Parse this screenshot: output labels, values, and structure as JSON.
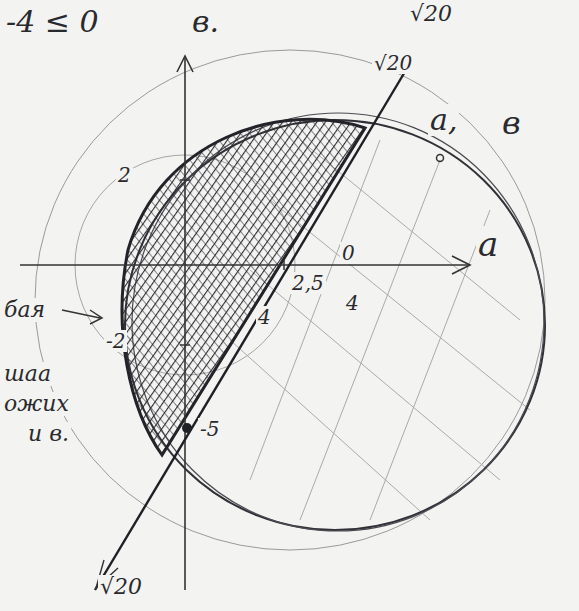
{
  "diagram": {
    "labels": [
      "-4 ≤ 0",
      "в.",
      "√20",
      "√20",
      "а,",
      "в",
      "а",
      "2",
      "-2",
      "2,5",
      "4",
      "0",
      "4",
      "-5",
      "√20",
      "бая",
      "шаа",
      "ожих",
      "и в."
    ]
  }
}
